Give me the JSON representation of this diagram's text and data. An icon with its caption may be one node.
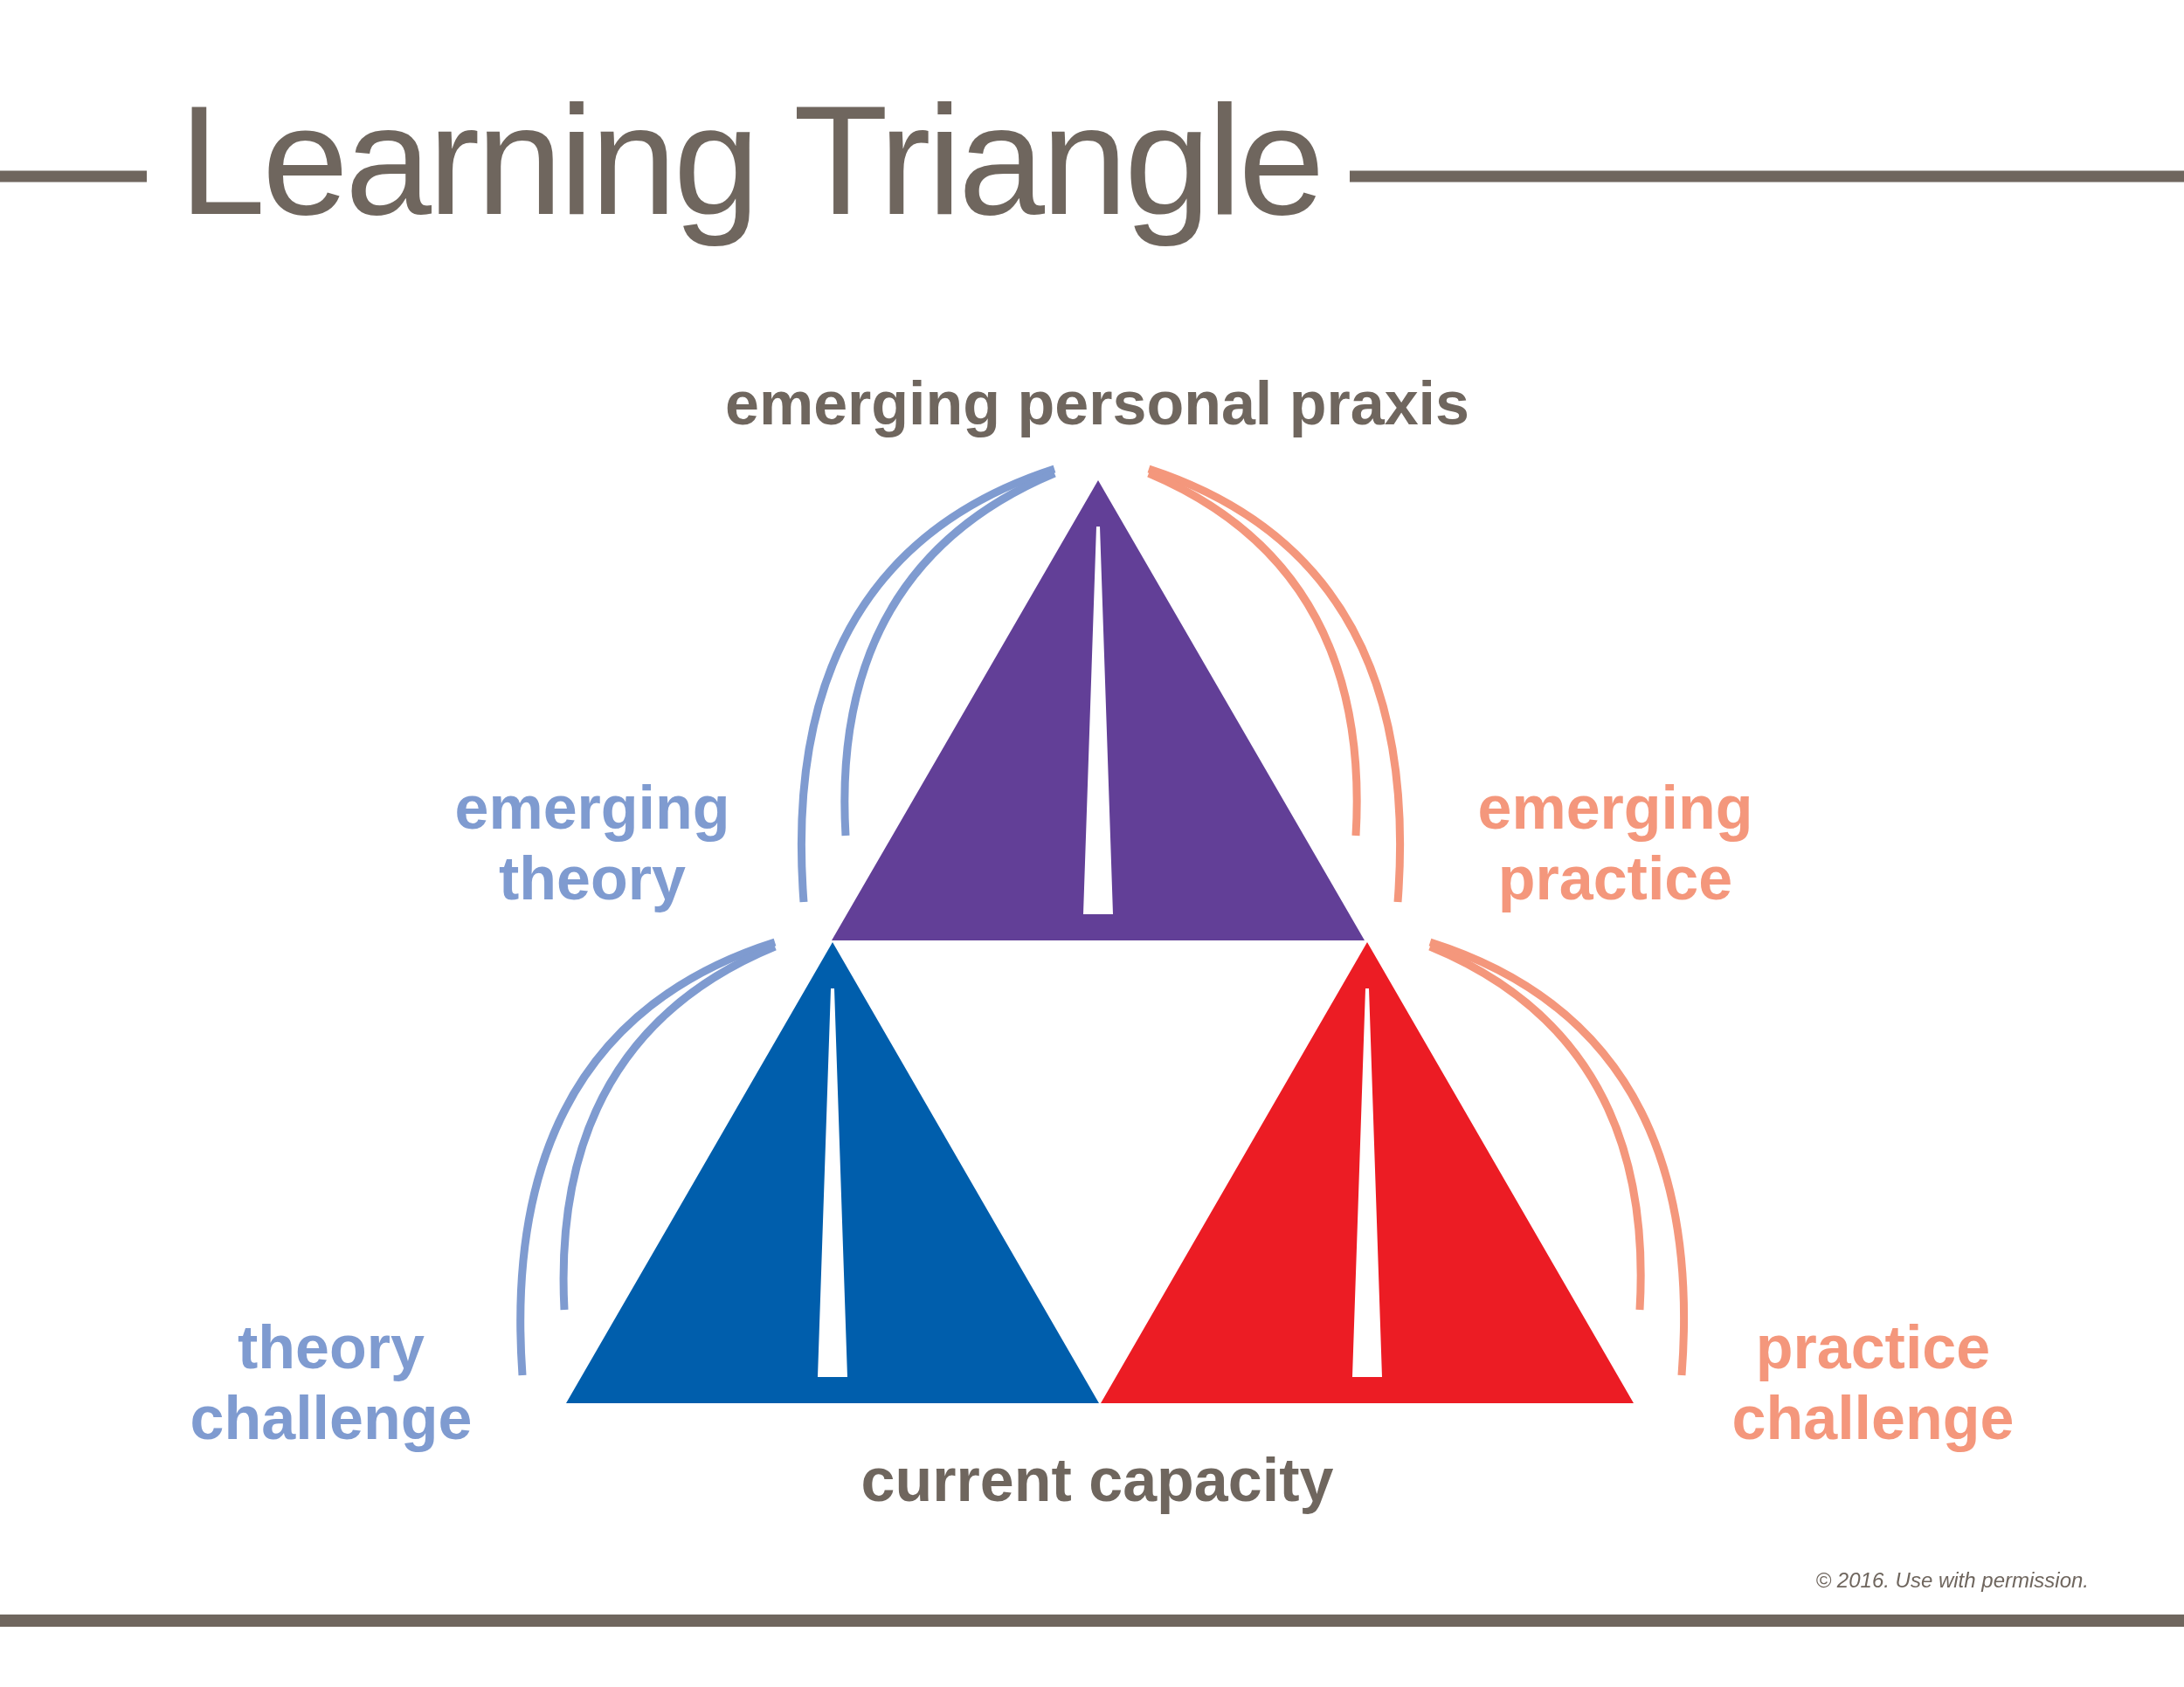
{
  "diagram": {
    "title": "Learning Triangle",
    "nodes": [
      {
        "text": [],
        "shape": "triangle"
      },
      {
        "text": [],
        "shape": "triangle"
      },
      {
        "text": [],
        "shape": "triangle"
      }
    ],
    "labels": [
      "emerging personal praxis",
      "emerging theory",
      "emerging practice",
      "theory challenge",
      "practice challenge",
      "current capacity"
    ],
    "caption": "© 2016. Use with permission."
  }
}
